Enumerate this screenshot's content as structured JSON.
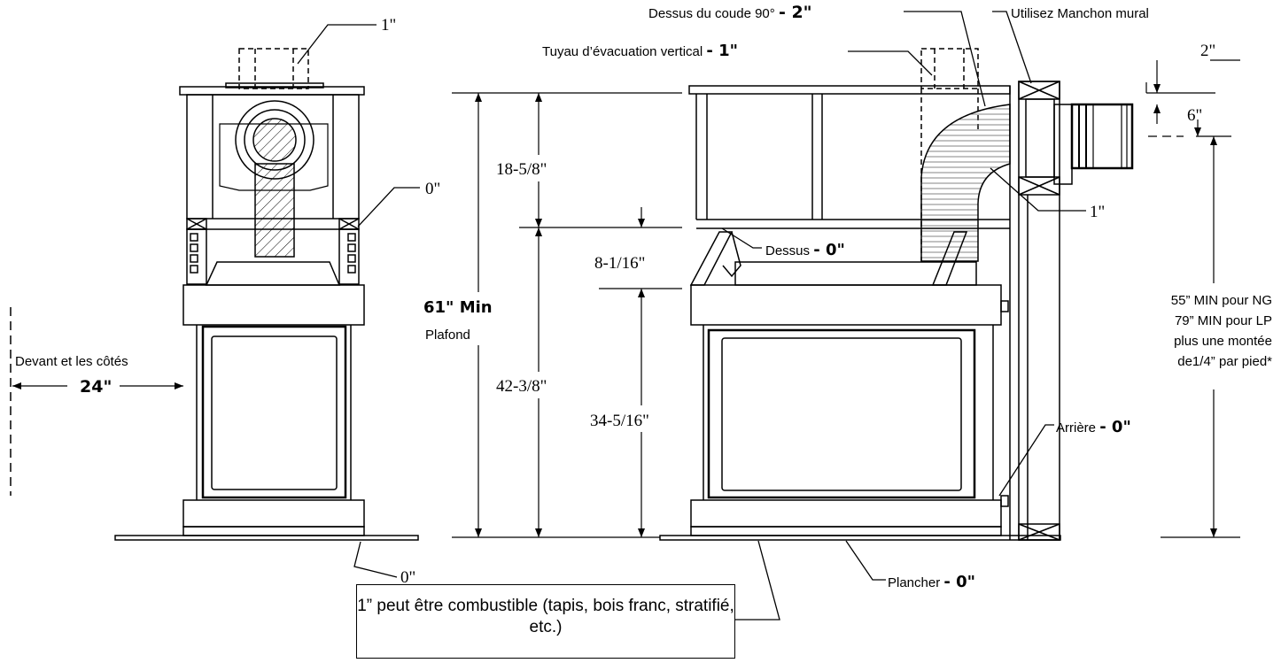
{
  "front_view": {
    "top_clearance": "1\"",
    "side_clearance": "0\"",
    "floor_clearance": "0\"",
    "front_sides_label": "Devant et les côtés",
    "front_sides_value": "24\""
  },
  "side_view": {
    "elbow_top_label": "Dessus du coude 90°",
    "elbow_top_value": "- 2\"",
    "vertical_pipe_label": "Tuyau d’évacuation vertical",
    "vertical_pipe_value": "- 1\"",
    "wall_sleeve_label": "Utilisez Manchon mural",
    "wall_sleeve_gap": "2\"",
    "terminal_offset": "6\"",
    "elbow_side_clearance": "1\"",
    "top_label": "Dessus",
    "top_value": "- 0\"",
    "back_label": "Arrière",
    "back_value": "- 0\"",
    "floor_label": "Plancher",
    "floor_value": "- 0\"",
    "ceiling_min_value": "61\" Min",
    "ceiling_label": "Plafond",
    "dim_upper": "18-5/8\"",
    "dim_lower": "42-3/8\"",
    "dim_top_gap": "8-1/16\"",
    "dim_unit_height": "34-5/16\"",
    "vent_height_lines": [
      "55” MIN pour NG",
      "79” MIN pour LP",
      "plus une montée",
      "de1/4” par pied*"
    ]
  },
  "note": "1” peut être combustible (tapis, bois franc, stratifié, etc.)"
}
